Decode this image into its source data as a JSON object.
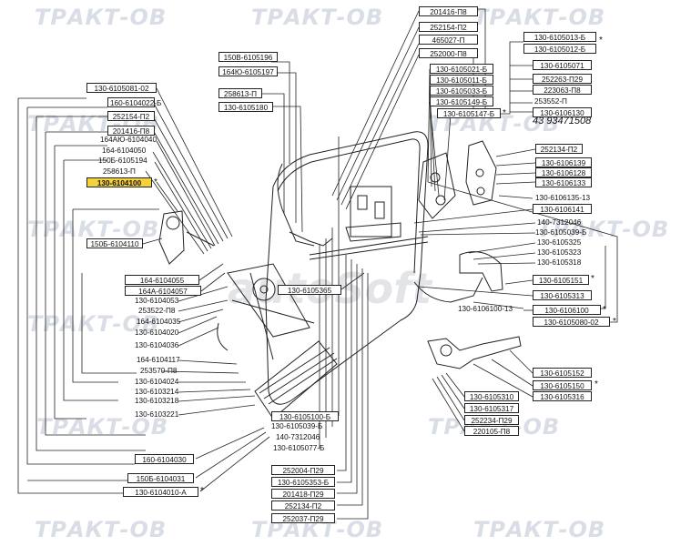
{
  "watermark": {
    "brand": "ТРАКТ-ОВ",
    "center": "autoSoft"
  },
  "colors": {
    "highlight": "#f5d23a",
    "line": "#222222",
    "watermark": "#d9dde6"
  },
  "labels": {
    "l1": "201416-П8",
    "l2": "252154-П2",
    "l3": "465027-П",
    "l4": "252000-П8",
    "l5": "130-6105021-Б",
    "l6": "130-6105011-Б",
    "l7": "130-6105033-Б",
    "l8": "130-6105149-Б",
    "l9": "130-6105147-Б",
    "l10": "130-6105013-Б",
    "l11": "130-6105012-Б",
    "l12": "130-6105071",
    "l13": "252263-П29",
    "l14": "223063-П8",
    "l15": "253552-П",
    "l16": "130-6106130",
    "l17": "150В-6105196",
    "l18": "164Ю-6105197",
    "l19": "258613-П",
    "l20": "130-6105180",
    "l21": "130-6105081-02",
    "l22": "160-6104022-Б",
    "l23": "252154-П2",
    "l24": "201416-П8",
    "l25": "164АЮ-6104040",
    "l26": "164-6104050",
    "l27": "150Б-6105194",
    "l28": "258613-П",
    "l29": "130-6104100",
    "l30": "150Б-6104110",
    "l31": "252134-П2",
    "l32": "130-6106139",
    "l33": "130-6106128",
    "l34": "130-6106133",
    "l35": "130-6106135-13",
    "l36": "130-6106141",
    "l37": "140-7312046",
    "l38": "130-6105039-Б",
    "l39": "130-6105325",
    "l40": "130-6105323",
    "l41": "130-6105318",
    "l42": "130-6105151",
    "l43": "130-6105313",
    "l44": "130-6106100-13",
    "l45": "130-6106100",
    "l46": "130-6105080-02",
    "l47": "164-6104055",
    "l48": "164А-6104057",
    "l49": "130-6104053",
    "l50": "253522-П8",
    "l51": "164-6104035",
    "l52": "130-6104020",
    "l53": "130-6104036",
    "l54": "130-6105365",
    "l55": "164-6104117",
    "l56": "253570-П8",
    "l57": "130-6104024",
    "l58": "130-6103214",
    "l59": "130-6103218",
    "l60": "130-6103221",
    "l61": "130-6105152",
    "l62": "130-6105150",
    "l63": "130-6105316",
    "l64": "130-6105310",
    "l65": "130-6105317",
    "l66": "252234-П29",
    "l67": "220105-П8",
    "l68": "130-6105100-Б",
    "l69": "130-6105039-Б",
    "l70": "140-7312046",
    "l71": "130-6105077-Б",
    "l72": "160-6104030",
    "l73": "150Б-6104031",
    "l74": "130-6104010-А",
    "l75": "252004-П29",
    "l76": "130-6105353-Б",
    "l77": "201418-П29",
    "l78": "252134-П2",
    "l79": "252037-П29",
    "handwritten": "43 93471508",
    "star": "*"
  }
}
